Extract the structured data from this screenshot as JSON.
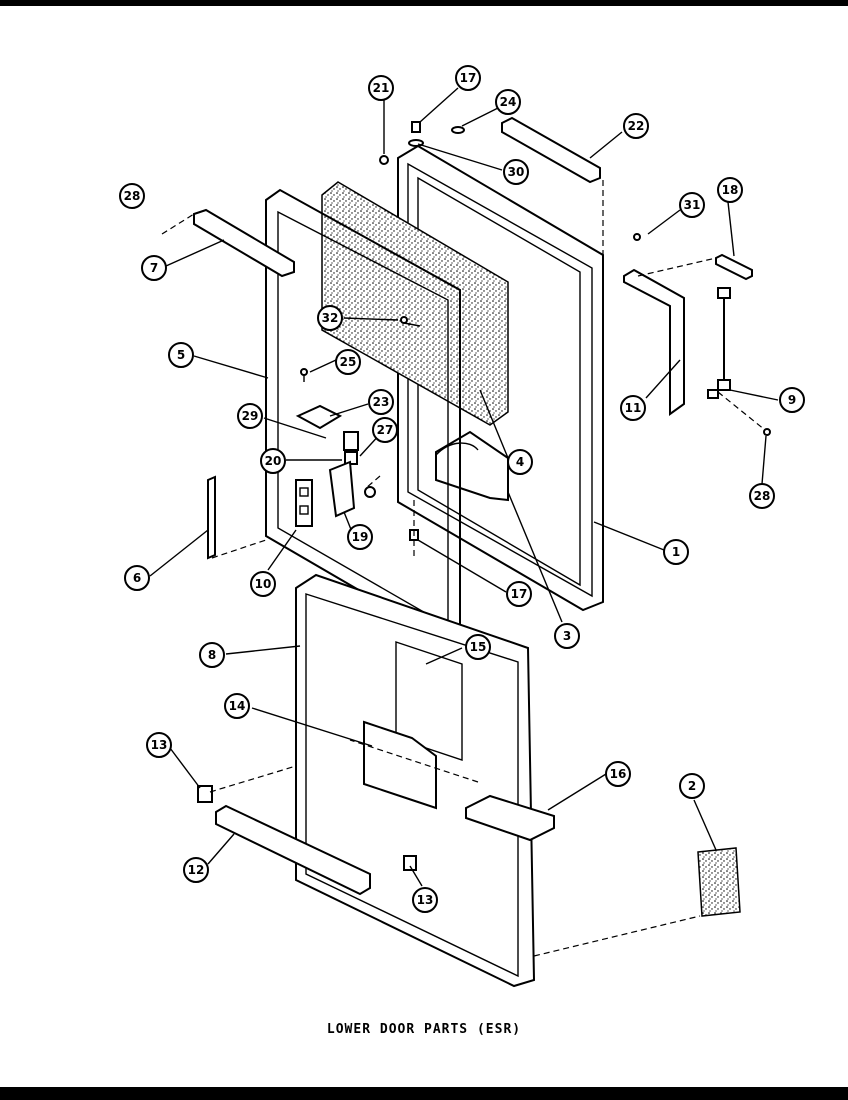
{
  "caption": "LOWER DOOR PARTS (ESR)",
  "callouts": [
    {
      "id": "c-21",
      "label": "21"
    },
    {
      "id": "c-17a",
      "label": "17"
    },
    {
      "id": "c-24",
      "label": "24"
    },
    {
      "id": "c-22",
      "label": "22"
    },
    {
      "id": "c-30",
      "label": "30"
    },
    {
      "id": "c-28a",
      "label": "28"
    },
    {
      "id": "c-7",
      "label": "7"
    },
    {
      "id": "c-31",
      "label": "31"
    },
    {
      "id": "c-18",
      "label": "18"
    },
    {
      "id": "c-32",
      "label": "32"
    },
    {
      "id": "c-5",
      "label": "5"
    },
    {
      "id": "c-25",
      "label": "25"
    },
    {
      "id": "c-11",
      "label": "11"
    },
    {
      "id": "c-9",
      "label": "9"
    },
    {
      "id": "c-23",
      "label": "23"
    },
    {
      "id": "c-29",
      "label": "29"
    },
    {
      "id": "c-27",
      "label": "27"
    },
    {
      "id": "c-4",
      "label": "4"
    },
    {
      "id": "c-20",
      "label": "20"
    },
    {
      "id": "c-28b",
      "label": "28"
    },
    {
      "id": "c-1",
      "label": "1"
    },
    {
      "id": "c-19",
      "label": "19"
    },
    {
      "id": "c-6",
      "label": "6"
    },
    {
      "id": "c-10",
      "label": "10"
    },
    {
      "id": "c-17b",
      "label": "17"
    },
    {
      "id": "c-3",
      "label": "3"
    },
    {
      "id": "c-8",
      "label": "8"
    },
    {
      "id": "c-15",
      "label": "15"
    },
    {
      "id": "c-14",
      "label": "14"
    },
    {
      "id": "c-13a",
      "label": "13"
    },
    {
      "id": "c-16",
      "label": "16"
    },
    {
      "id": "c-2",
      "label": "2"
    },
    {
      "id": "c-12",
      "label": "12"
    },
    {
      "id": "c-13b",
      "label": "13"
    }
  ]
}
